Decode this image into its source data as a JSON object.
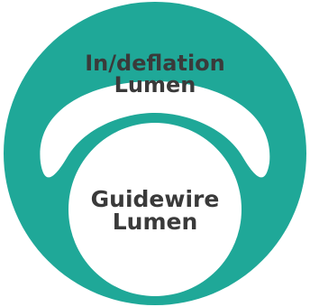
{
  "colors": {
    "catheter_wall": "#1fa898",
    "lumen_fill": "#ffffff",
    "label_text": "#3a3a3a"
  },
  "lumens": {
    "inflation": {
      "line1": "In/deflation",
      "line2": "Lumen"
    },
    "guidewire": {
      "line1": "Guidewire",
      "line2": "Lumen"
    }
  }
}
